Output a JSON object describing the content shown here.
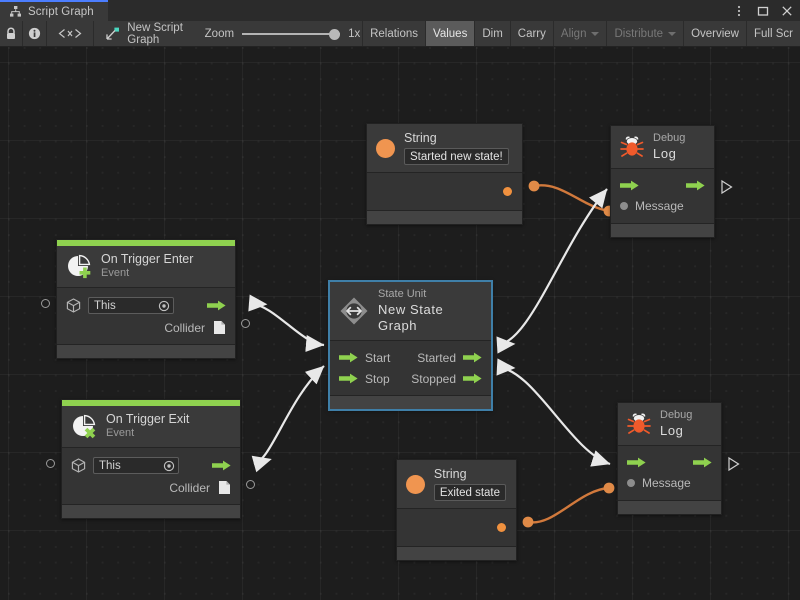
{
  "window": {
    "tab_label": "Script Graph",
    "tab_icon": "script-graph-icon",
    "menu_icon": "kebab-menu-icon",
    "maximize_icon": "maximize-icon",
    "close_icon": "close-icon"
  },
  "toolbar": {
    "lock_icon": "lock-icon",
    "info_icon": "info-icon",
    "code_icon": "angle-brackets-icon",
    "graph_icon": "graph-asset-icon",
    "graph_name": "New Script Graph",
    "zoom_label": "Zoom",
    "zoom_value": "1x",
    "buttons": [
      {
        "label": "Relations",
        "state": "normal"
      },
      {
        "label": "Values",
        "state": "active"
      },
      {
        "label": "Dim",
        "state": "normal"
      },
      {
        "label": "Carry",
        "state": "normal"
      },
      {
        "label": "Align",
        "state": "disabled",
        "caret": true
      },
      {
        "label": "Distribute",
        "state": "disabled",
        "caret": true
      },
      {
        "label": "Overview",
        "state": "normal"
      },
      {
        "label": "Full Scr",
        "state": "normal"
      }
    ]
  },
  "nodes": {
    "string_top": {
      "title": "String",
      "icon": "string-value-icon",
      "value": "Started new state!",
      "output_port": "string-output-port"
    },
    "debug_log_top": {
      "title": "Debug",
      "subtitle": "Log",
      "icon": "debug-bug-icon",
      "flow_in": "flow-input-port",
      "flow_out": "flow-output-port",
      "message_label": "Message"
    },
    "on_trigger_enter": {
      "title": "On Trigger Enter",
      "subtitle": "Event",
      "icon": "event-trigger-enter-icon",
      "target_value": "This",
      "target_icon": "game-object-icon",
      "picker_icon": "object-picker-icon",
      "collider_label": "Collider",
      "collider_icon": "collider-value-icon"
    },
    "state_unit": {
      "title": "State Unit",
      "subtitle": "New  State  Graph",
      "icon": "state-unit-icon",
      "selected": true,
      "inputs": [
        "Start",
        "Stop"
      ],
      "outputs": [
        "Started",
        "Stopped"
      ]
    },
    "on_trigger_exit": {
      "title": "On Trigger Exit",
      "subtitle": "Event",
      "icon": "event-trigger-exit-icon",
      "target_value": "This",
      "target_icon": "game-object-icon",
      "picker_icon": "object-picker-icon",
      "collider_label": "Collider",
      "collider_icon": "collider-value-icon"
    },
    "string_bottom": {
      "title": "String",
      "icon": "string-value-icon",
      "value": "Exited state",
      "output_port": "string-output-port"
    },
    "debug_log_bottom": {
      "title": "Debug",
      "subtitle": "Log",
      "icon": "debug-bug-icon",
      "flow_in": "flow-input-port",
      "flow_out": "flow-output-port",
      "message_label": "Message"
    }
  },
  "colors": {
    "flow_wire": "#e8e8e8",
    "value_wire": "#d1793c",
    "event_accent": "#8fd14f",
    "string_accent": "#f09550",
    "selection": "#3f7fa8",
    "canvas_bg": "#1d1d1d",
    "node_bg": "#3a3a3a"
  }
}
